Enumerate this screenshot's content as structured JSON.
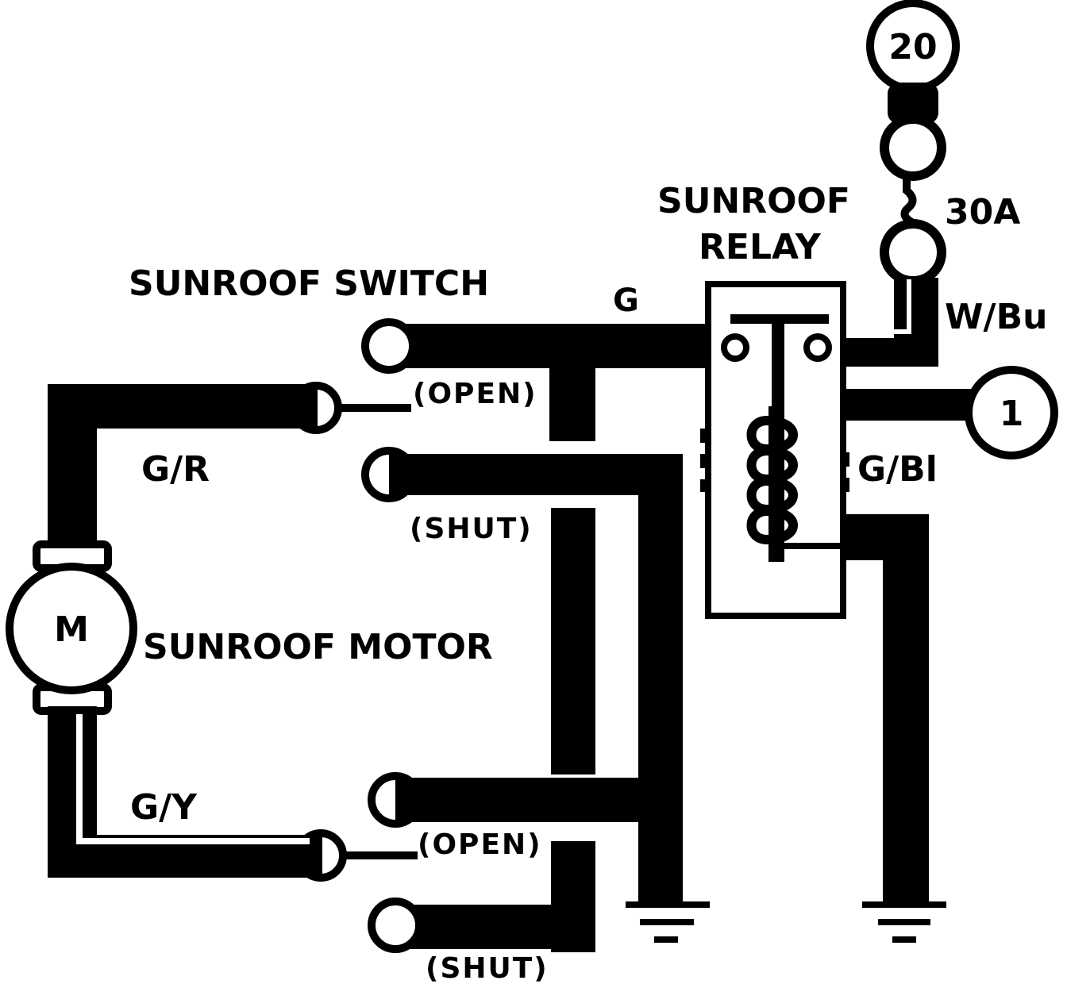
{
  "labels": {
    "fuse_number": "20",
    "fuse_rating": "30A",
    "relay_title_1": "SUNROOF",
    "relay_title_2": "RELAY",
    "switch_title": "SUNROOF SWITCH",
    "wire_g": "G",
    "wire_wbu": "W/Bu",
    "connector_1": "1",
    "wire_gbl": "G/Bl",
    "wire_gr": "G/R",
    "wire_gy": "G/Y",
    "motor_letter": "M",
    "motor_title": "SUNROOF MOTOR",
    "open_1": "(OPEN)",
    "shut_1": "(SHUT)",
    "open_2": "(OPEN)",
    "shut_2": "(SHUT)"
  },
  "colors": {
    "ink": "#000000",
    "paper": "#ffffff"
  }
}
